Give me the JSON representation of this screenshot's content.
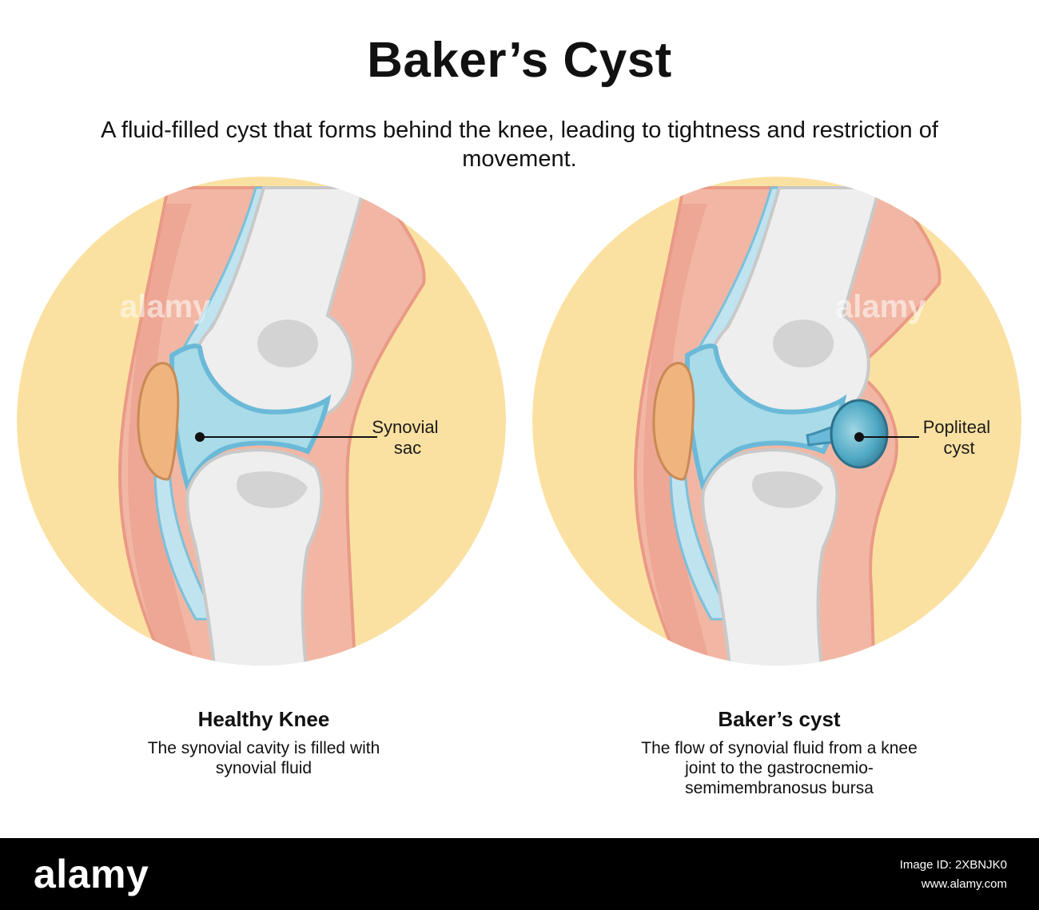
{
  "title": "Baker’s Cyst",
  "subtitle": "A fluid-filled cyst that forms behind the knee, leading to tightness and restriction of movement.",
  "left_panel": {
    "label": "Synovial\nsac",
    "label_line1": "Synovial",
    "label_line2": "sac",
    "caption_title": "Healthy Knee",
    "caption_body": "The synovial cavity is filled with synovial fluid"
  },
  "right_panel": {
    "label_line1": "Popliteal",
    "label_line2": "cyst",
    "caption_title": "Baker’s cyst",
    "caption_body": "The flow of synovial fluid from a knee joint to the gastrocnemio-semimembranosus bursa"
  },
  "watermark": "alamy",
  "footer": {
    "brand": "alamy",
    "image_id": "Image ID: 2XBNJK0",
    "site": "www.alamy.com"
  },
  "colors": {
    "background_circle": "#fbe1a1",
    "skin": "#f2b7a4",
    "skin_dark": "#e99a86",
    "bone": "#eeeeee",
    "bone_shadow": "#cfcfcf",
    "synovial": "#a9dbe8",
    "synovial_edge": "#6bb9d8",
    "patella": "#f0b47e",
    "cyst": "#4fa9c4"
  }
}
